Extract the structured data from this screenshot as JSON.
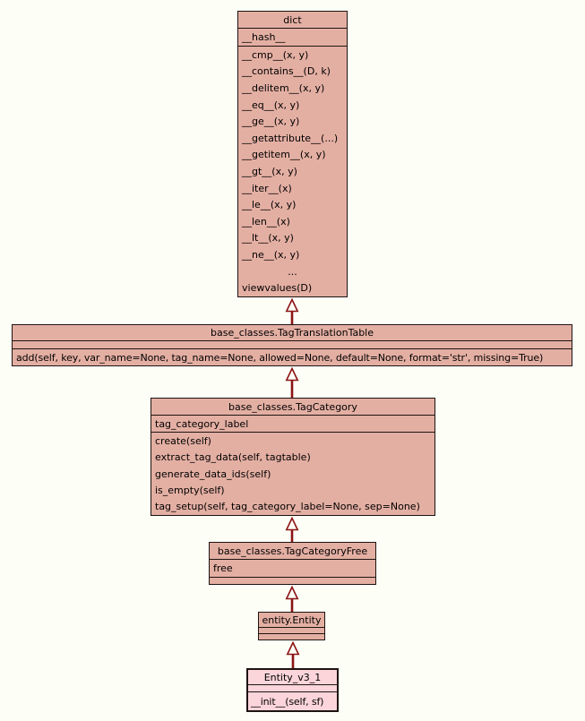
{
  "diagram": {
    "type": "uml-class-inheritance-diagram",
    "colors": {
      "background": "#fdfff7",
      "node_fill": "#e4afa3",
      "highlight_node_fill": "#fbd5d9",
      "border": "#1d1410",
      "arrow": "#8c1414",
      "text": "#000000"
    },
    "classes": {
      "dict": {
        "title": "dict",
        "attributes": [
          "__hash__"
        ],
        "methods": [
          "__cmp__(x, y)",
          "__contains__(D, k)",
          "__delitem__(x, y)",
          "__eq__(x, y)",
          "__ge__(x, y)",
          "__getattribute__(...)",
          "__getitem__(x, y)",
          "__gt__(x, y)",
          "__iter__(x)",
          "__le__(x, y)",
          "__len__(x)",
          "__lt__(x, y)",
          "__ne__(x, y)",
          "...",
          "viewvalues(D)"
        ]
      },
      "tag_translation_table": {
        "title": "base_classes.TagTranslationTable",
        "attributes": [],
        "methods": [
          "add(self, key, var_name=None, tag_name=None, allowed=None, default=None, format='str', missing=True)"
        ]
      },
      "tag_category": {
        "title": "base_classes.TagCategory",
        "attributes": [
          "tag_category_label"
        ],
        "methods": [
          "create(self)",
          "extract_tag_data(self, tagtable)",
          "generate_data_ids(self)",
          "is_empty(self)",
          "tag_setup(self, tag_category_label=None, sep=None)"
        ]
      },
      "tag_category_free": {
        "title": "base_classes.TagCategoryFree",
        "attributes": [
          "free"
        ],
        "methods": []
      },
      "entity": {
        "title": "entity.Entity",
        "attributes": [],
        "methods": []
      },
      "entity_v3_1": {
        "title": "Entity_v3_1",
        "attributes": [],
        "methods": [
          "__init__(self, sf)"
        ]
      }
    },
    "relations": [
      {
        "child": "base_classes.TagTranslationTable",
        "parent": "dict",
        "type": "inheritance"
      },
      {
        "child": "base_classes.TagCategory",
        "parent": "base_classes.TagTranslationTable",
        "type": "inheritance"
      },
      {
        "child": "base_classes.TagCategoryFree",
        "parent": "base_classes.TagCategory",
        "type": "inheritance"
      },
      {
        "child": "entity.Entity",
        "parent": "base_classes.TagCategoryFree",
        "type": "inheritance"
      },
      {
        "child": "Entity_v3_1",
        "parent": "entity.Entity",
        "type": "inheritance"
      }
    ]
  }
}
